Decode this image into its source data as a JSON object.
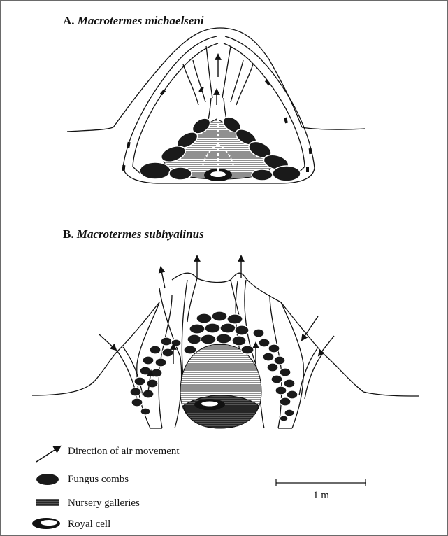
{
  "panel_a": {
    "letter": "A.",
    "species": "Macrotermes michaelseni"
  },
  "panel_b": {
    "letter": "B.",
    "species": "Macrotermes subhyalinus"
  },
  "legend": {
    "air_movement": "Direction of air movement",
    "fungus_combs": "Fungus combs",
    "nursery_galleries": "Nursery galleries",
    "royal_cell": "Royal cell"
  },
  "scale_bar": {
    "label": "1 m"
  },
  "colors": {
    "ink": "#111111",
    "background": "#ffffff",
    "frame": "#6a6a6a"
  }
}
